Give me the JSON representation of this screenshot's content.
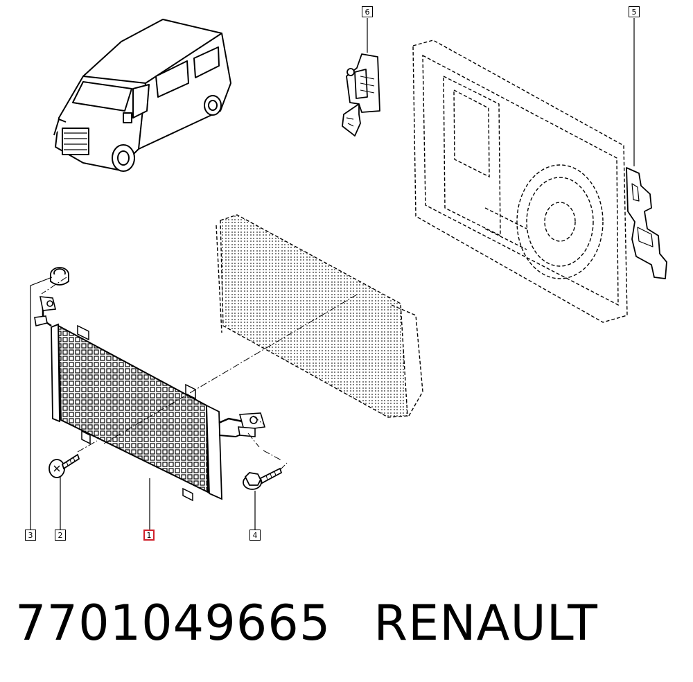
{
  "callouts": [
    {
      "id": "1",
      "highlighted": true
    },
    {
      "id": "2",
      "highlighted": false
    },
    {
      "id": "3",
      "highlighted": false
    },
    {
      "id": "4",
      "highlighted": false
    },
    {
      "id": "5",
      "highlighted": false
    },
    {
      "id": "6",
      "highlighted": false
    }
  ],
  "footer": {
    "part_number": "7701049665",
    "brand": "RENAULT"
  },
  "colors": {
    "line": "#000000",
    "highlight": "#d0202a",
    "background": "#ffffff"
  }
}
